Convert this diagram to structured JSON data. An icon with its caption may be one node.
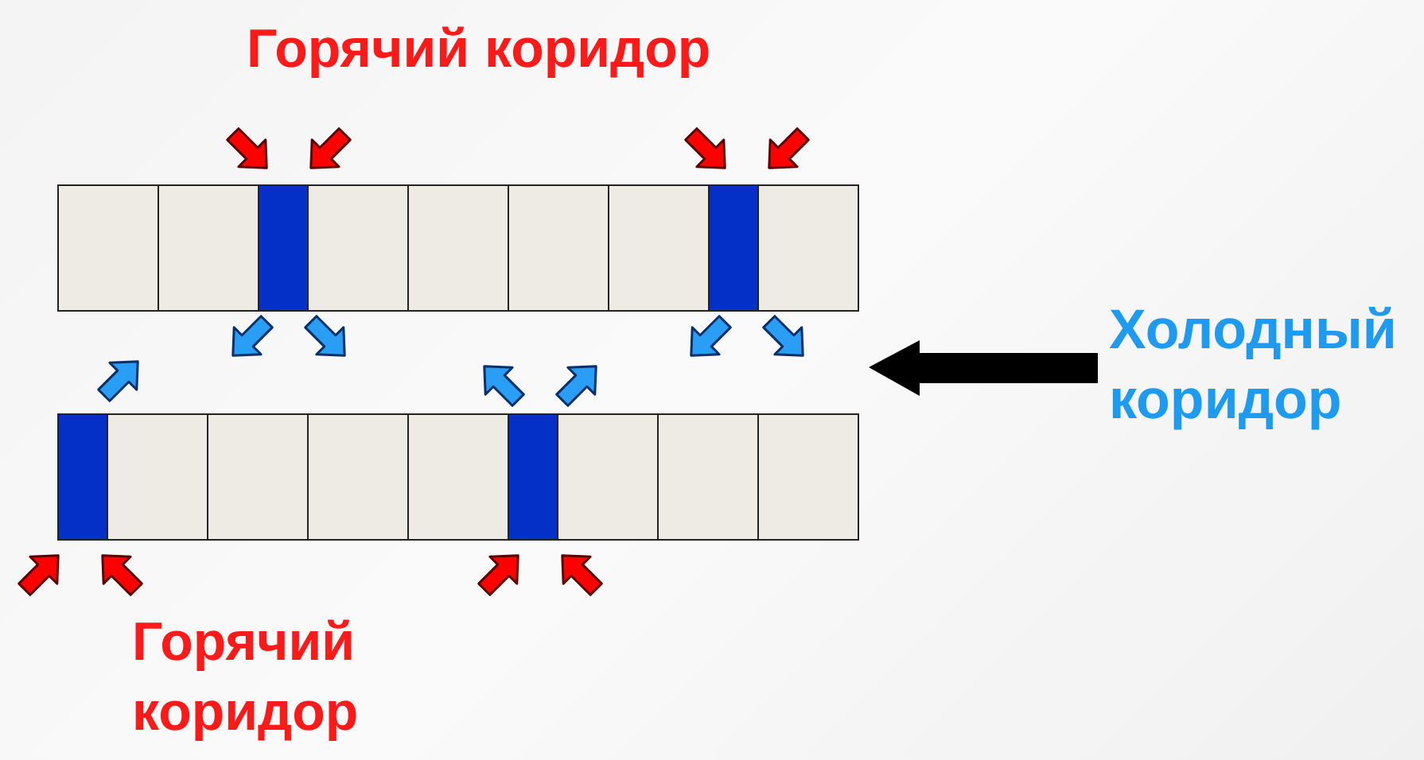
{
  "diagram": {
    "labels": [
      "Горячий коридор",
      "Холодный коридор",
      "Горячий коридор"
    ]
  }
}
